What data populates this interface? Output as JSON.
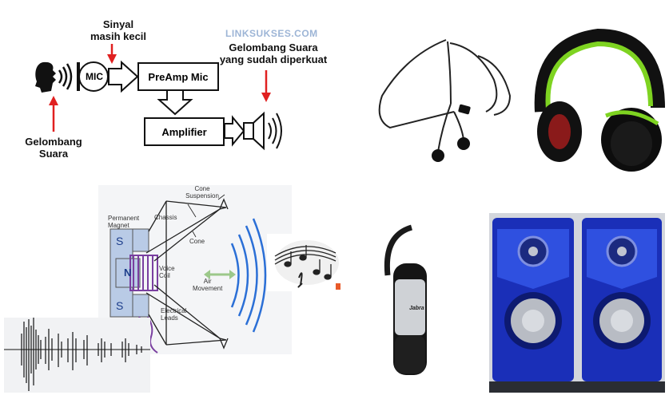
{
  "signal_chain": {
    "sinyal_label_1": "Sinyal",
    "sinyal_label_2": "masih kecil",
    "watermark": "LINKSUKSES.COM",
    "output_label_1": "Gelombang Suara",
    "output_label_2": "yang sudah diperkuat",
    "mic_label": "MIC",
    "preamp_label": "PreAmp Mic",
    "amplifier_label": "Amplifier",
    "input_label_1": "Gelombang",
    "input_label_2": "Suara",
    "arrow_color": "#e02020"
  },
  "speaker_diagram": {
    "cone_suspension_1": "Cone",
    "cone_suspension_2": "Suspension",
    "chassis": "Chassis",
    "permanent_magnet_1": "Permanent",
    "permanent_magnet_2": "Magnet",
    "cone": "Cone",
    "s_top": "S",
    "n": "N",
    "s_bottom": "S",
    "voice_coil_1": "Voice",
    "voice_coil_2": "Coil",
    "air_movement_1": "Air",
    "air_movement_2": "Movement",
    "electrical_leads_1": "Electrical",
    "electrical_leads_2": "Leads",
    "wave_color": "#2b6fd6",
    "coil_color": "#7a3fa0",
    "magnet_color": "#b9cbe6"
  },
  "devices": {
    "headset_brand": "Jabra",
    "headphone_accent": "#7ed321"
  }
}
